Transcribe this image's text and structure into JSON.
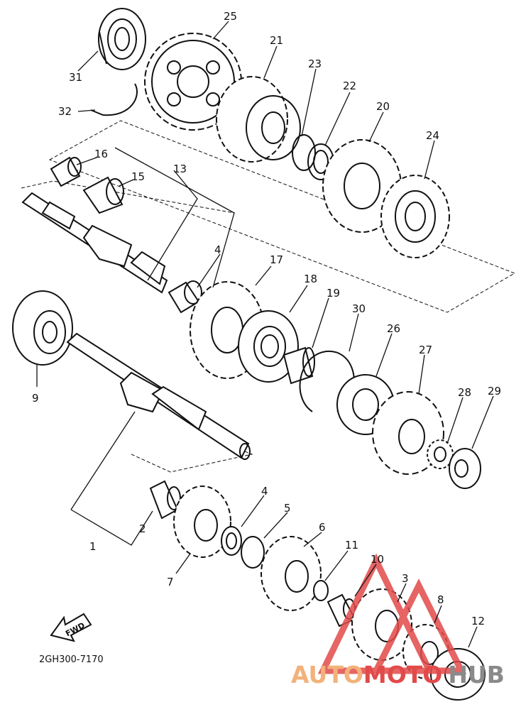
{
  "diagram": {
    "callouts": [
      "25",
      "21",
      "23",
      "22",
      "20",
      "24",
      "31",
      "32",
      "16",
      "15",
      "13",
      "4",
      "17",
      "18",
      "19",
      "30",
      "26",
      "27",
      "28",
      "29",
      "9",
      "4",
      "5",
      "6",
      "2",
      "1",
      "7",
      "11",
      "10",
      "3",
      "8",
      "12"
    ],
    "footer_code": "2GH300-7170",
    "fwd_label": "FWD"
  },
  "watermark": {
    "text_part1": "AUTO",
    "text_part2": "MOTO",
    "text_part3": "HUB",
    "colors": {
      "orange": "#f2b27a",
      "red": "#e24a4a",
      "gray": "#8a8a8a"
    }
  }
}
